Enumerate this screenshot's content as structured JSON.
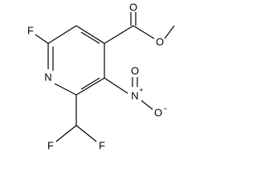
{
  "molecule": {
    "atoms": {
      "fluorine_ring": "F",
      "ring_nitrogen": "N",
      "ester_carbonyl_oxygen": "O",
      "ester_ether_oxygen": "O",
      "nitro_nitrogen": "N",
      "nitro_oxygen_top": "O",
      "nitro_oxygen_minus": "O",
      "difluoromethyl_f_left": "F",
      "difluoromethyl_f_right": "F"
    },
    "charges": {
      "nitro_nitrogen": "+",
      "nitro_oxygen": "−"
    }
  }
}
